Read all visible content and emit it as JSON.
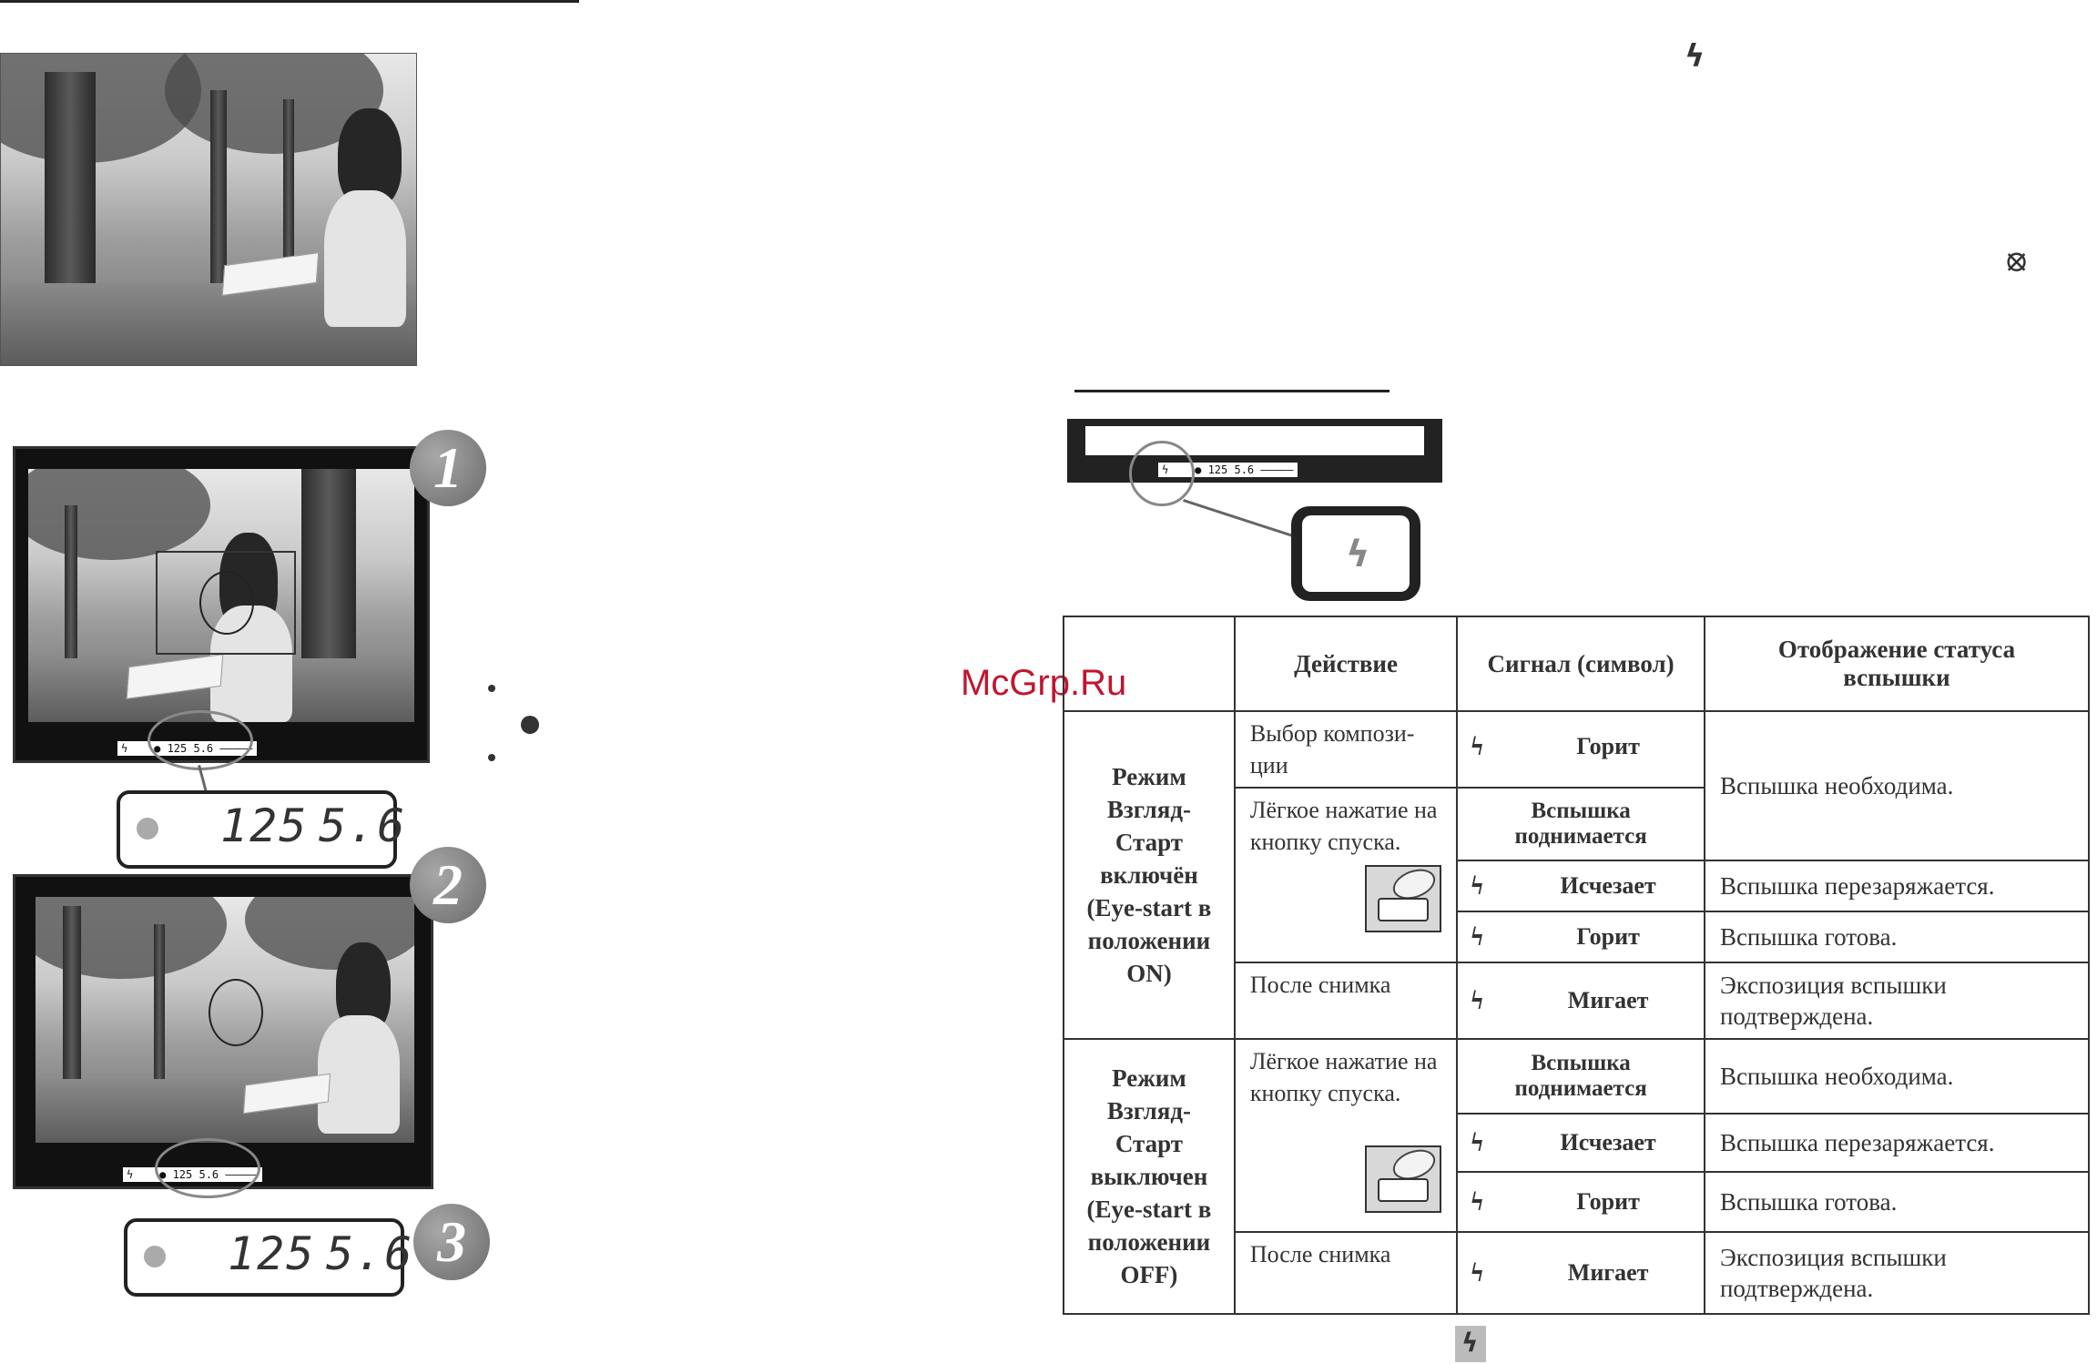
{
  "icons": {
    "flash": "ϟ",
    "flash_off": "⦻"
  },
  "viewfinder_info": "ϟ    ● 125 5.6 –––––",
  "lcd": {
    "shutter": "125",
    "aperture": "5.6"
  },
  "steps": [
    "1",
    "2",
    "3"
  ],
  "watermark": "McGrp.Ru",
  "table": {
    "headers": {
      "mode": "",
      "action": "Действие",
      "signal": "Сигнал (символ)",
      "status": "Отображение статуса вспышки"
    },
    "mode_on": "Режим Взгляд-Старт включён (Eye-start в положении ON)",
    "mode_off": "Режим Взгляд-Старт выключен (Eye-start в положении OFF)",
    "actions": {
      "compose": "Выбор компози-ции",
      "half_press": "Лёгкое нажатие на кнопку спуска.",
      "after": "После снимка"
    },
    "signals": {
      "lit": "Горит",
      "rises": "Вспышка поднимается",
      "disappears": "Исчезает",
      "blinks": "Мигает"
    },
    "status": {
      "needed": "Вспышка необходима.",
      "recharging": "Вспышка перезаряжается.",
      "ready": "Вспышка готова.",
      "confirmed": "Экспозиция вспышки подтверждена."
    }
  }
}
